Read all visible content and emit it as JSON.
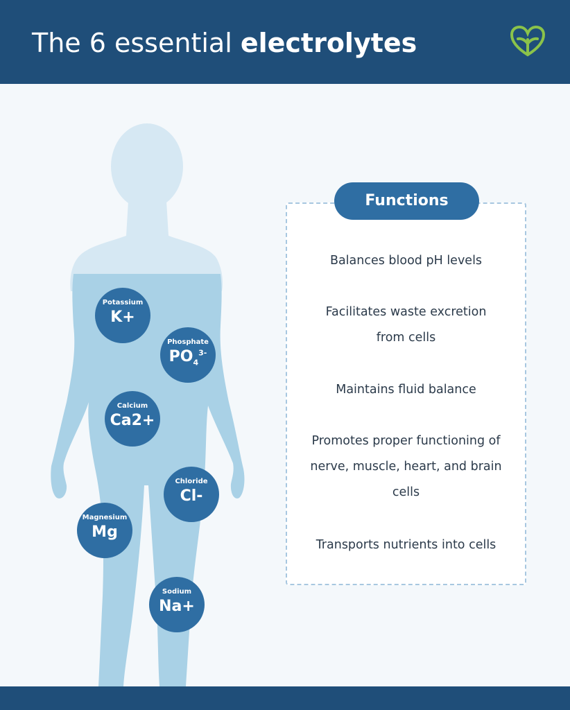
{
  "header": {
    "title_regular": "The 6 essential ",
    "title_bold": "electrolytes",
    "logo_icon": "leaf-heart-icon"
  },
  "colors": {
    "navy": "#1f4e79",
    "circle_blue": "#2f6ea3",
    "body_light": "#d6e8f3",
    "body_mid": "#a9d1e6",
    "dashed_border": "#a7c7e0",
    "logo_green": "#8bc34a"
  },
  "electrolytes": [
    {
      "name": "Potassium",
      "symbol": "K+"
    },
    {
      "name": "Phosphate",
      "symbol_main": "PO",
      "symbol_sub": "4",
      "symbol_sup": "3-"
    },
    {
      "name": "Calcium",
      "symbol": "Ca2+"
    },
    {
      "name": "Chloride",
      "symbol": "Cl-"
    },
    {
      "name": "Magnesium",
      "symbol": "Mg"
    },
    {
      "name": "Sodium",
      "symbol": "Na+"
    }
  ],
  "functions": {
    "title": "Functions",
    "items": [
      "Balances blood pH levels",
      "Facilitates waste excretion from cells",
      "Maintains fluid balance",
      "Promotes proper functioning of nerve, muscle, heart, and brain cells",
      "Transports nutrients into cells"
    ]
  }
}
